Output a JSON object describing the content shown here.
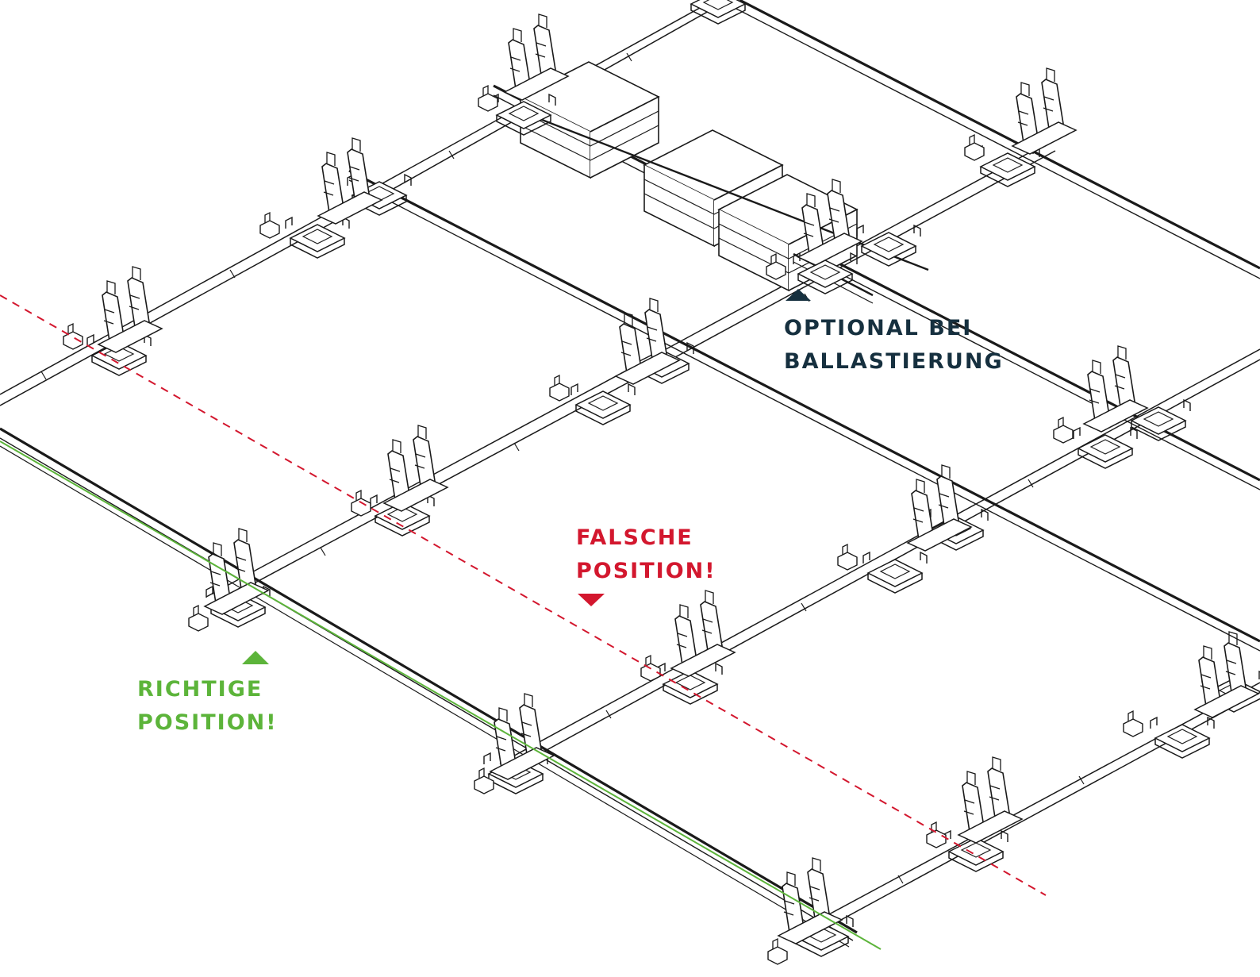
{
  "labels": {
    "optional": {
      "line1": "OPTIONAL BEI",
      "line2": "BALLASTIERUNG"
    },
    "wrong": {
      "line1": "FALSCHE",
      "line2": "POSITION!"
    },
    "right": {
      "line1": "RICHTIGE",
      "line2": "POSITION!"
    }
  },
  "colors": {
    "structure": "#1a1a1a",
    "optional": "#16303f",
    "wrong": "#d3172e",
    "right": "#5cb43a",
    "background": "#ffffff"
  }
}
